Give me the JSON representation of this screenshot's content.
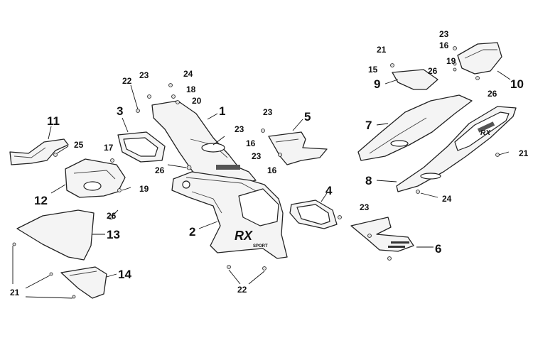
{
  "callouts": {
    "n1": "1",
    "n2": "2",
    "n3": "3",
    "n4": "4",
    "n5": "5",
    "n6": "6",
    "n7": "7",
    "n8": "8",
    "n9": "9",
    "n10": "10",
    "n11": "11",
    "n12": "12",
    "n13": "13",
    "n14": "14",
    "n15": "15",
    "n16a": "16",
    "n16b": "16",
    "n16c": "16",
    "n17": "17",
    "n18": "18",
    "n19a": "19",
    "n19b": "19",
    "n20": "20",
    "n21a": "21",
    "n21b": "21",
    "n21c": "21",
    "n22a": "22",
    "n22b": "22",
    "n23a": "23",
    "n23b": "23",
    "n23c": "23",
    "n23d": "23",
    "n23e": "23",
    "n23f": "23",
    "n24a": "24",
    "n24b": "24",
    "n25": "25",
    "n26a": "26",
    "n26b": "26",
    "n26c": "26",
    "n26d": "26"
  },
  "decals": {
    "side_logo": "RX",
    "side_brand": "SPORT",
    "tail_logo": "RX"
  }
}
